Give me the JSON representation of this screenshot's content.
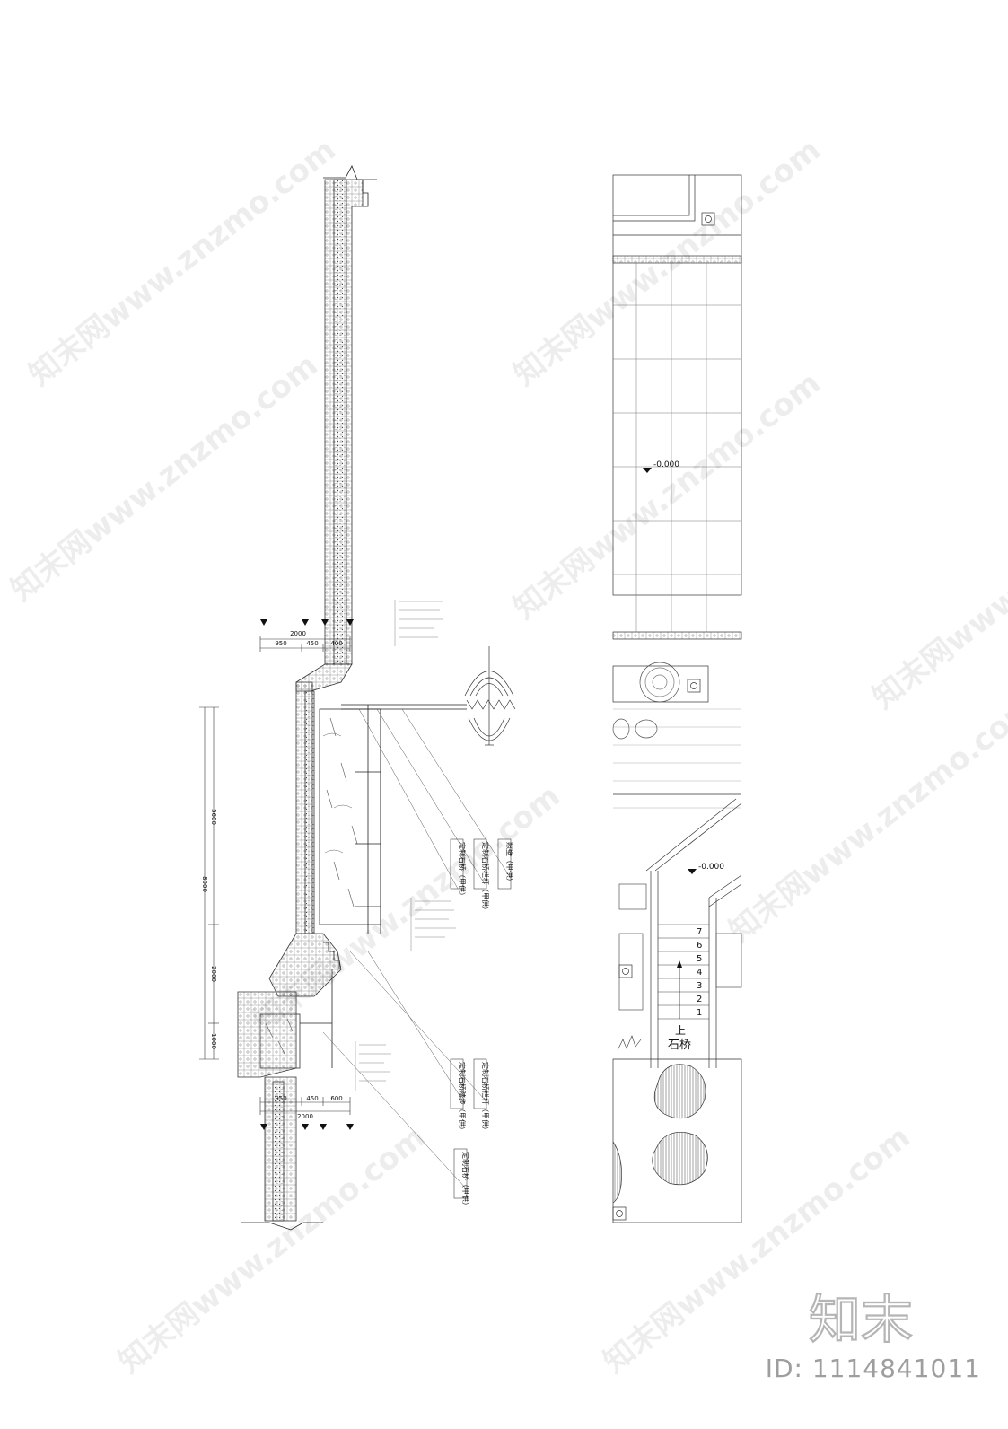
{
  "section": {
    "dims_top": [
      "2000",
      "950",
      "450",
      "400"
    ],
    "dims_bottom": [
      "950",
      "450",
      "600",
      "2000"
    ],
    "dims_vertical": [
      "5600",
      "8000",
      "2000",
      "1000"
    ],
    "callouts": [
      "定制石桥（甲供）",
      "定制石桥栏杆（甲供）",
      "照壁（甲供）",
      "定制石桥栏杆（甲供）",
      "定制石桥踏步（甲供）",
      "定制石桥（甲供）"
    ]
  },
  "plan": {
    "level_mark_1": "-0.000",
    "level_mark_2": "-0.000",
    "stair_steps": [
      "7",
      "6",
      "5",
      "4",
      "3",
      "2",
      "1"
    ],
    "up_label": "上",
    "bridge_label": "石桥"
  },
  "brand": {
    "name": "知末",
    "id_text": "ID: 1114841011"
  },
  "watermark": "知末网www.znzmo.com"
}
